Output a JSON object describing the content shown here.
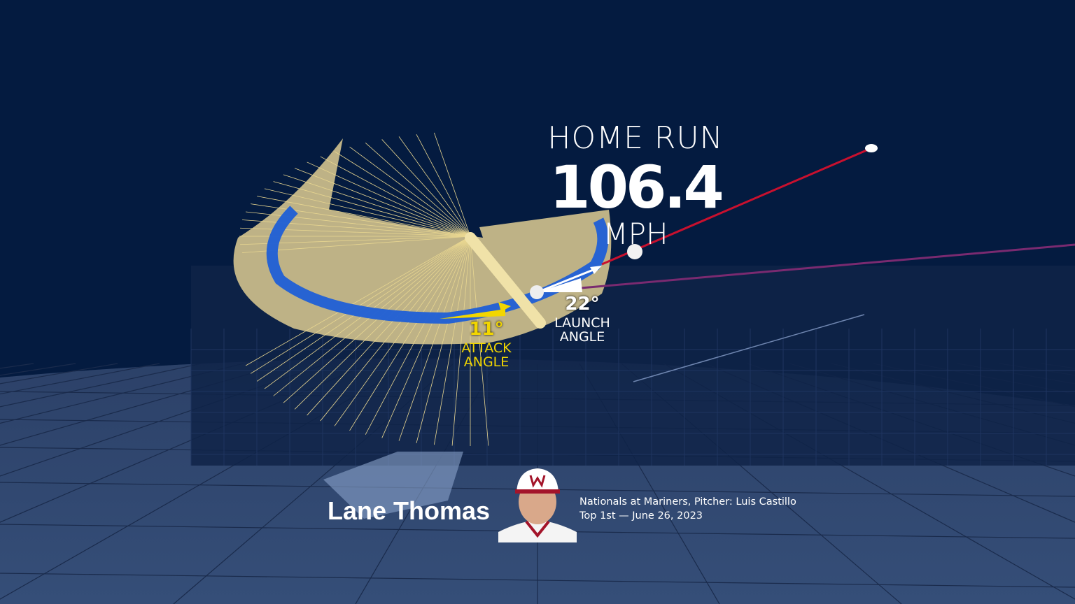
{
  "result": "HOME RUN",
  "exit_velocity": "106.4",
  "exit_velocity_unit": "MPH",
  "launch_angle": {
    "value": "22°",
    "label": "LAUNCH ANGLE"
  },
  "attack_angle": {
    "value": "11°",
    "label": "ATTACK ANGLE"
  },
  "player": {
    "name": "Lane Thomas"
  },
  "game": {
    "line1": "Nationals at Mariners, Pitcher: Luis Castillo",
    "line2": "Top 1st — June 26, 2023"
  },
  "colors": {
    "background": "#041b40",
    "ground": "#33496f",
    "swing_plane": "#c8bb8a",
    "swing_path": "#1f5fd6",
    "attack": "#f2d600",
    "ball_trail": "#c8102e"
  }
}
